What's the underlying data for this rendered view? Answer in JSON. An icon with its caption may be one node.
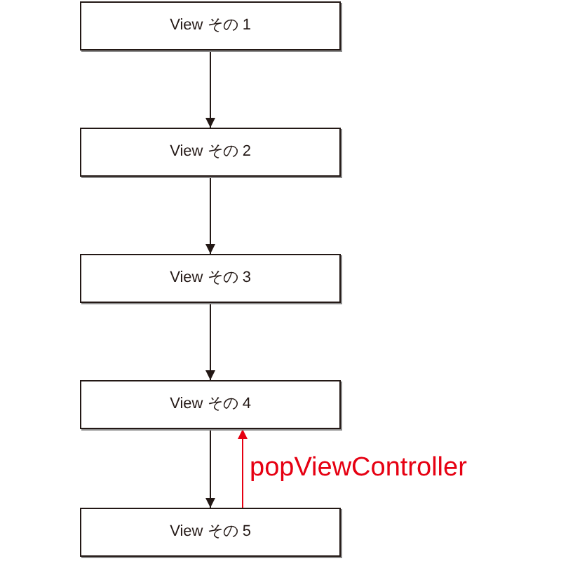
{
  "diagram": {
    "nodes": [
      {
        "text": [
          "View その 1"
        ]
      },
      {
        "text": [
          "View その 2"
        ]
      },
      {
        "text": [
          "View その 3"
        ]
      },
      {
        "text": [
          "View その 4"
        ]
      },
      {
        "text": [
          "View その 5"
        ]
      }
    ],
    "edges": [
      {
        "from": 0,
        "to": 1,
        "arrow": "to"
      },
      {
        "from": 1,
        "to": 2,
        "arrow": "to"
      },
      {
        "from": 2,
        "to": 3,
        "arrow": "to"
      },
      {
        "from": 3,
        "to": 4,
        "arrow": "to"
      },
      {
        "from": 4,
        "to": 3,
        "arrow": "to",
        "label": "popViewController",
        "color": "#e60012"
      }
    ]
  }
}
